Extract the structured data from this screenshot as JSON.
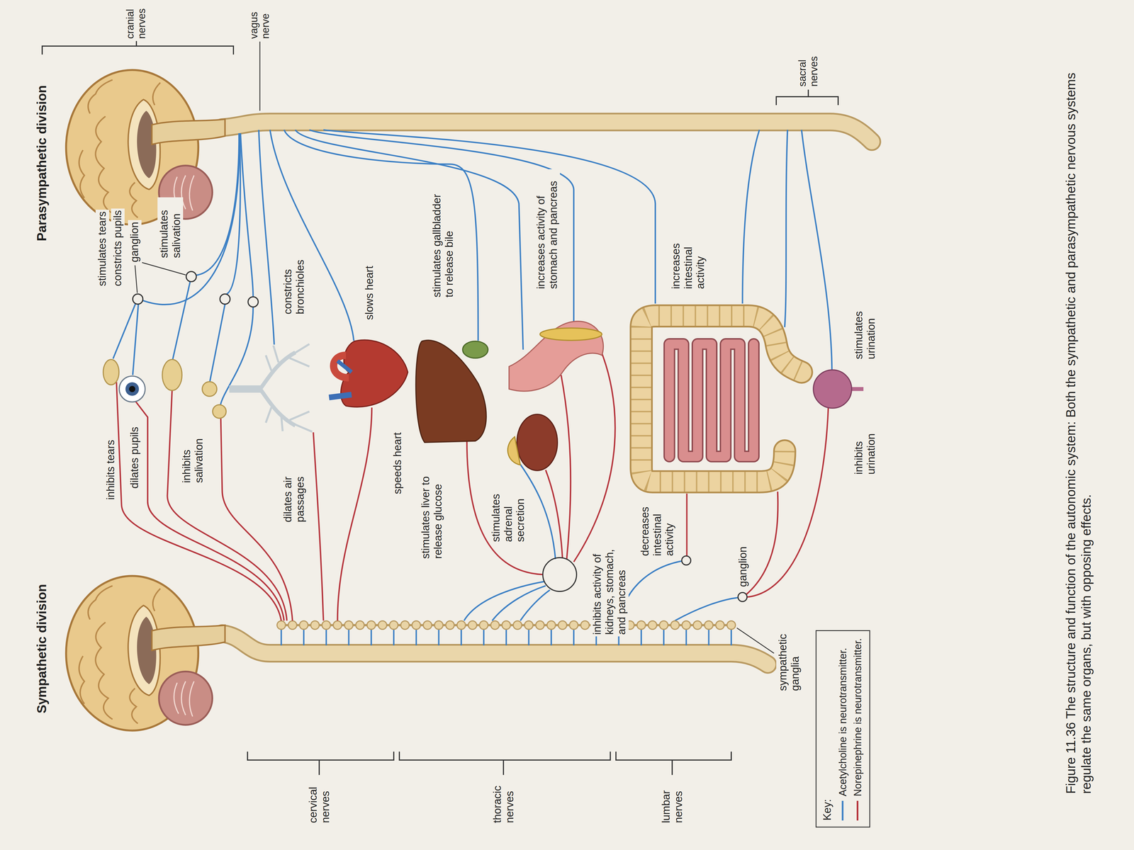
{
  "diagram": {
    "caption": "Figure 11.36 The structure and function of the autonomic system: Both the sympathetic and parasympathetic nervous systems regulate the same organs, but with opposing effects.",
    "labels": [
      "Sympathetic division",
      "Parasympathetic division",
      "cranial nerves",
      "vagus nerve",
      "inhibits tears",
      "stimulates tears",
      "constricts pupils",
      "dilates pupils",
      "ganglion",
      "stimulates salivation",
      "inhibits salivation",
      "constricts bronchioles",
      "cervical nerves",
      "dilates air passages",
      "speeds heart",
      "slows heart",
      "stimulates liver to release glucose",
      "stimulates gallbladder to release bile",
      "thoracic nerves",
      "stimulates adrenal secretion",
      "inhibits activity of kidneys, stomach, and pancreas",
      "increases activity of stomach and pancreas",
      "decreases intestinal activity",
      "increases intestinal activity",
      "lumbar nerves",
      "sympathetic ganglia",
      "ganglion",
      "sacral nerves",
      "inhibits urination",
      "stimulates urination",
      "Key:"
    ],
    "legend": [
      {
        "text": "Acetylcholine is neurotransmitter.",
        "color": "#3b7fc4"
      },
      {
        "text": "Norepinephrine is neurotransmitter.",
        "color": "#b5343c"
      }
    ]
  }
}
